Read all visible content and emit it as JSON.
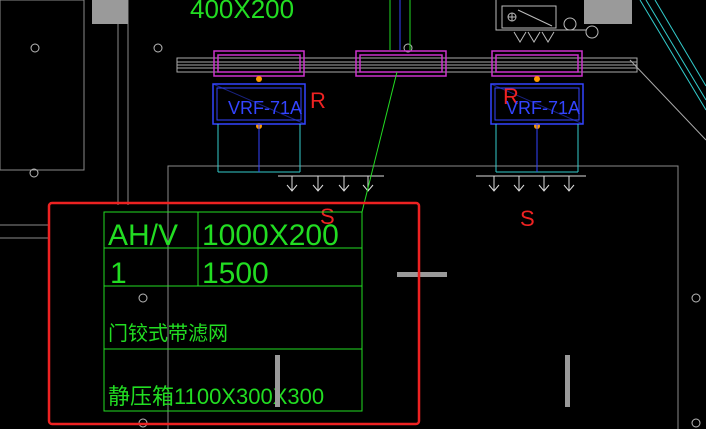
{
  "top_label": "400X200",
  "units": [
    {
      "label": "VRF-71A",
      "tag_r": "R",
      "tag_s": "S"
    },
    {
      "label": "VRF-71A",
      "tag_r": "R",
      "tag_s": "S"
    }
  ],
  "table": {
    "row1_col1": "AH/V",
    "row1_col2": "1000X200",
    "row2_col1": "1",
    "row2_col2": "1500",
    "row3": "门铰式带滤网",
    "row4": "静压箱1100X300X300"
  },
  "colors": {
    "background": "#000000",
    "green": "#22dd22",
    "magenta": "#cc33cc",
    "cyan": "#33cccc",
    "blue": "#3344ff",
    "red": "#ee2222",
    "gray": "#888888",
    "white": "#dddddd",
    "orange": "#ff9900"
  }
}
